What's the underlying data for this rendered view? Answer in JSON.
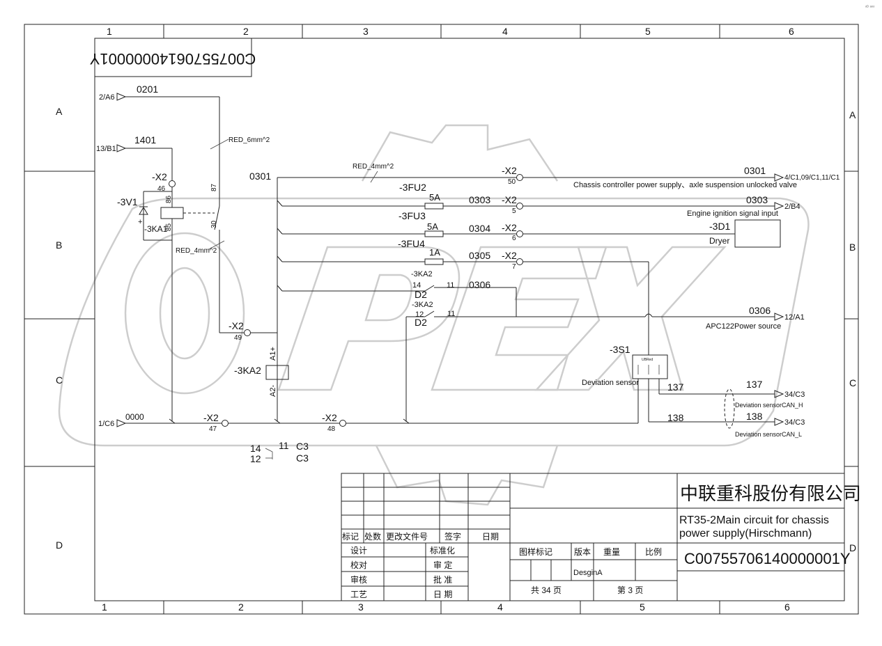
{
  "corner_mark": "ᵒᴰ ᵃᵒᵒ",
  "grid": {
    "columns": [
      "1",
      "2",
      "3",
      "4",
      "5",
      "6"
    ],
    "rows": [
      "A",
      "B",
      "C",
      "D"
    ]
  },
  "drawing_number_flipped": "C00755706140000001Y",
  "sources": {
    "a6": "2/A6",
    "b1": "13/B1",
    "c6": "1/C6"
  },
  "wires": {
    "w0201": "0201",
    "w1401": "1401",
    "w0301": "0301",
    "w0301_right": "0301",
    "w0303": "0303",
    "w0303_right": "0303",
    "w0304": "0304",
    "w0305": "0305",
    "w0306": "0306",
    "w0306_right": "0306",
    "w0000": "0000",
    "w137": "137",
    "w137_right": "137",
    "w138": "138",
    "w138_right": "138"
  },
  "cable_notes": {
    "red6": "RED_6mm^2",
    "red4_a": "RED_4mm^2",
    "red4_b": "RED_4mm^2"
  },
  "connector": "-X2",
  "pins": {
    "p46": "46",
    "p50": "50",
    "p5": "5",
    "p6": "6",
    "p7": "7",
    "p49": "49",
    "p47": "47",
    "p48": "48"
  },
  "relay": {
    "v1": "-3V1",
    "ka1": "-3KA1",
    "k86": "86",
    "k85": "85",
    "k87": "87",
    "k30": "30",
    "plus": "+"
  },
  "fuses": {
    "fu2": "-3FU2",
    "fu2_rating": "5A",
    "fu3": "-3FU3",
    "fu3_rating": "5A",
    "fu4": "-3FU4",
    "fu4_rating": "1A"
  },
  "ka2": {
    "label_a": "-3KA2",
    "label_b": "-3KA2",
    "coil": "-3KA2",
    "pin14": "14",
    "pin11a": "11",
    "pin12": "12",
    "pin11b": "11",
    "d2a": "D2",
    "d2b": "D2",
    "a1": "A1+",
    "a2": "A2-"
  },
  "targets": {
    "t_c1": "4/C1,09/C1,11/C1",
    "t_b4": "2/B4",
    "t_a1": "12/A1",
    "t_c3a": "34/C3",
    "t_c3b": "34/C3"
  },
  "annotations": {
    "chassis": "Chassis controller power supply、axle suspension unlocked valve",
    "ignition": "Engine ignition signal input",
    "apc": "APC122Power source",
    "deviation": "Deviation sensor",
    "can_h": "Deviation sensorCAN_H",
    "can_l": "Deviation sensorCAN_L"
  },
  "dryer": {
    "ref": "-3D1",
    "name": "Dryer"
  },
  "sensor": {
    "ref": "-3S1",
    "inner": "UBRed"
  },
  "legend": {
    "l14": "14",
    "l11": "11",
    "l12": "12",
    "c3a": "C3",
    "c3b": "C3"
  },
  "title_block": {
    "company": "中联重科股份有限公司",
    "title_line1": "RT35-2Main circuit for chassis",
    "title_line2": "power supply(Hirschmann)",
    "drawing_no": "C00755706140000001Y",
    "col_mark": "标记",
    "col_count": "处数",
    "col_doc": "更改文件号",
    "col_sign": "签字",
    "col_date": "日期",
    "design": "设计",
    "standard": "标准化",
    "check": "校对",
    "review": "审 定",
    "audit": "审核",
    "approve": "批 准",
    "process": "工艺",
    "date2": "日 期",
    "sample_mark": "图样标记",
    "version": "版本",
    "weight": "重量",
    "scale": "比例",
    "design_a": "DesginA",
    "total_pages": "共 34 页",
    "page_no": "第 3 页"
  }
}
